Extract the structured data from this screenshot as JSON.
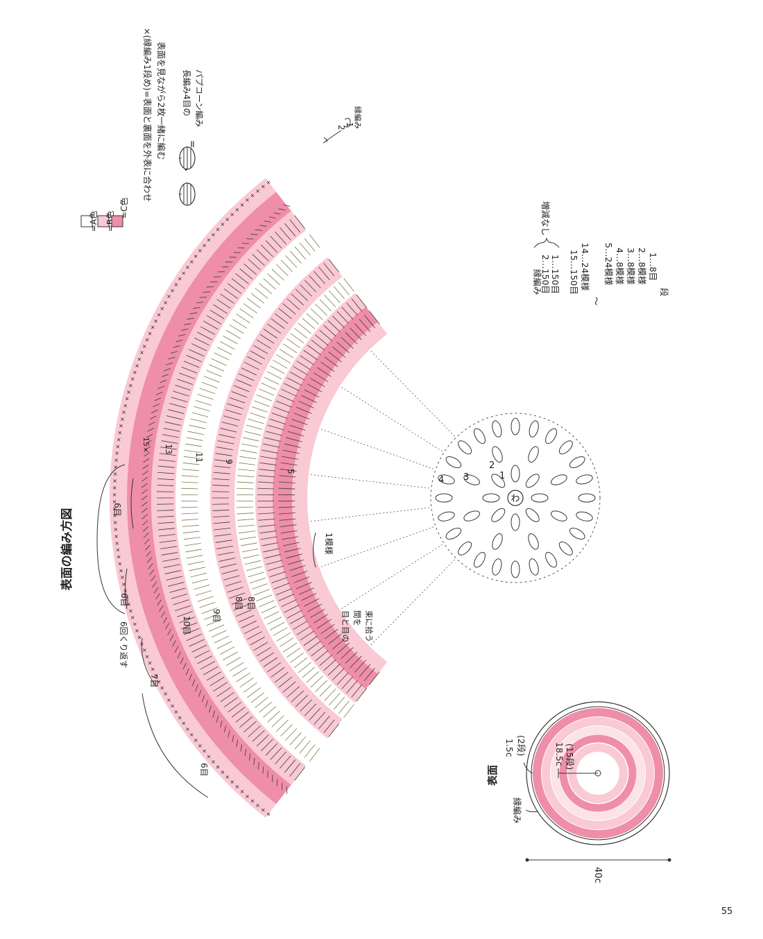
{
  "title": "表面の編み方図",
  "legend": {
    "items": [
      {
        "label": "=A色",
        "color": "#ffffff"
      },
      {
        "label": "=B色",
        "color": "#f9c9d4"
      },
      {
        "label": "=C色",
        "color": "#ee8ea8"
      }
    ],
    "x_note_line1": "×(縁編み1段め)=表面と裏面を外表に合わせ",
    "x_note_line2": "表面を見ながら2枚一緒に編む",
    "popcorn_line1": "長編み4目の",
    "popcorn_line2": "パプコーン編み",
    "popcorn_eq": "=",
    "popcorn_dot": "・"
  },
  "row_labels": {
    "edge_2": "2",
    "edge_1": "1",
    "edge_name": "縁編み",
    "row_13": "13",
    "row_15": "15×",
    "row_11": "11",
    "row_9": "9",
    "row_5": "5",
    "center_4": "4",
    "center_3": "3",
    "center_2": "2",
    "center_1": "1",
    "ring": "わ"
  },
  "annotations": {
    "six_sts_top": "6目",
    "six_sts_mid": "6目",
    "repeat_6": "6回くり返す",
    "seven_sts": "7目",
    "six_sts_bottom": "6目",
    "ten_sts": "10目",
    "nine_sts": "9目",
    "eight_sts_a": "8目",
    "eight_sts_b": "8目",
    "one_pattern": "1模様",
    "pick_up_1": "目と目の",
    "pick_up_2": "間を",
    "pick_up_3": "束に拾う"
  },
  "stitch_table": {
    "edge_header": "縁編み",
    "edge_row2": "2…150目",
    "edge_row1": "1…150目",
    "no_change": "増減なし",
    "body": [
      "15…150目",
      "14…24模様",
      "〜",
      "5…24模様",
      "4…8模様",
      "3…8模様",
      "2…8模様",
      "1…8目"
    ],
    "row_header": "段"
  },
  "schematic": {
    "title": "表面",
    "edge_label": "縁編み",
    "edge_width": "1.5c",
    "edge_rows": "(2段)",
    "radius": "18.5c",
    "radius_rows": "(15段)",
    "diameter": "40c"
  },
  "page_number": "55",
  "colors": {
    "A": "#ffffff",
    "B": "#f9c9d4",
    "C": "#ee8ea8",
    "line": "#3a3a3a",
    "chain": "#7a7a4a"
  }
}
